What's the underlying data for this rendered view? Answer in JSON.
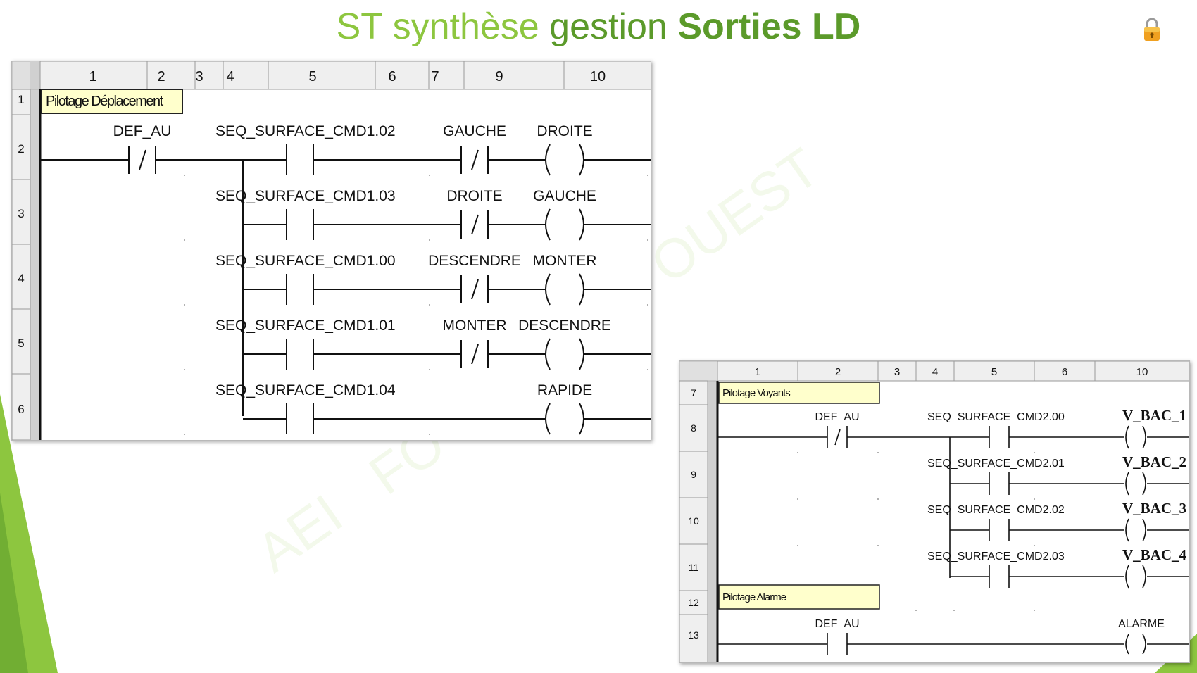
{
  "title": {
    "part1": "ST synthèse",
    "part2": "gestion",
    "part3": "Sorties LD"
  },
  "watermark": {
    "parts": [
      "AEI",
      "FO",
      "OUEST"
    ]
  },
  "colors": {
    "accent_light": "#8dc63f",
    "accent_dark": "#5b9a2a",
    "grid_header": "#e6e6e6",
    "comment_bg": "#ffffcc",
    "lock": "#f0a020"
  },
  "icons": {
    "lock": "padlock-icon"
  },
  "ladder_main": {
    "column_headers": [
      "1",
      "2",
      "3",
      "4",
      "5",
      "6",
      "7",
      "9",
      "10"
    ],
    "row_numbers": [
      "1",
      "2",
      "3",
      "4",
      "5",
      "6"
    ],
    "comment": "Pilotage Déplacement",
    "main_contact": "DEF_AU",
    "rungs": [
      {
        "contact": "SEQ_SURFACE_CMD1.02",
        "interlock": "GAUCHE",
        "coil": "DROITE"
      },
      {
        "contact": "SEQ_SURFACE_CMD1.03",
        "interlock": "DROITE",
        "coil": "GAUCHE"
      },
      {
        "contact": "SEQ_SURFACE_CMD1.00",
        "interlock": "DESCENDRE",
        "coil": "MONTER"
      },
      {
        "contact": "SEQ_SURFACE_CMD1.01",
        "interlock": "MONTER",
        "coil": "DESCENDRE"
      },
      {
        "contact": "SEQ_SURFACE_CMD1.04",
        "interlock": "",
        "coil": "RAPIDE"
      }
    ]
  },
  "ladder_second": {
    "column_headers": [
      "1",
      "2",
      "3",
      "4",
      "5",
      "6",
      "10"
    ],
    "row_numbers": [
      "7",
      "8",
      "9",
      "10",
      "11",
      "12",
      "13"
    ],
    "comment_voyants": "Pilotage Voyants",
    "comment_alarme": "Pilotage Alarme",
    "main_contact": "DEF_AU",
    "rungs": [
      {
        "contact": "SEQ_SURFACE_CMD2.00",
        "coil": "V_BAC_1"
      },
      {
        "contact": "SEQ_SURFACE_CMD2.01",
        "coil": "V_BAC_2"
      },
      {
        "contact": "SEQ_SURFACE_CMD2.02",
        "coil": "V_BAC_3"
      },
      {
        "contact": "SEQ_SURFACE_CMD2.03",
        "coil": "V_BAC_4"
      }
    ],
    "alarm_contact": "DEF_AU",
    "alarm_coil": "ALARME"
  }
}
